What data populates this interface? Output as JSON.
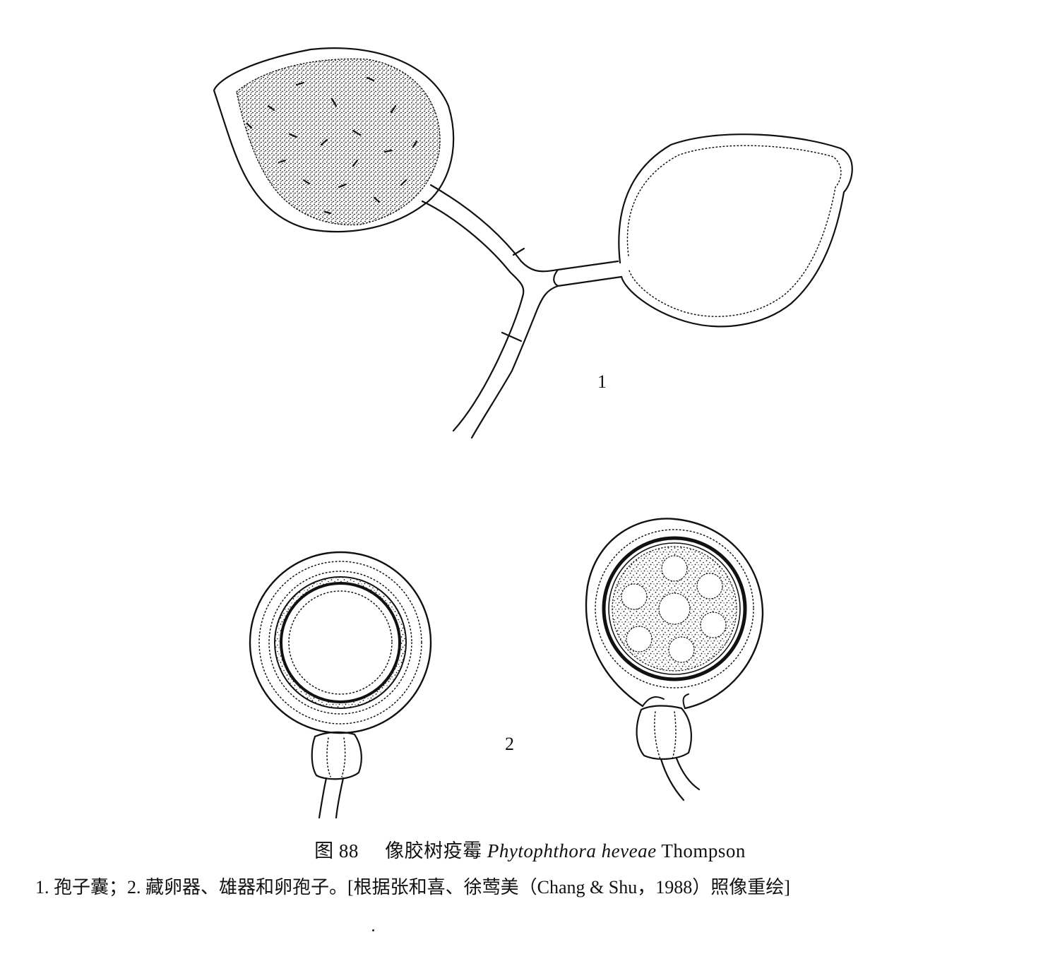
{
  "figure": {
    "panel_labels": [
      "1",
      "2"
    ],
    "caption": {
      "fig_number": "图 88",
      "common_name": "像胶树疫霉",
      "scientific_name": "Phytophthora heveae",
      "authority": "Thompson",
      "description": "1. 孢子囊；2. 藏卵器、雄器和卵孢子。[根据张和喜、徐莺美（Chang & Shu，1988）照像重绘]"
    }
  },
  "colors": {
    "ink": "#111111",
    "paper": "#ffffff"
  }
}
